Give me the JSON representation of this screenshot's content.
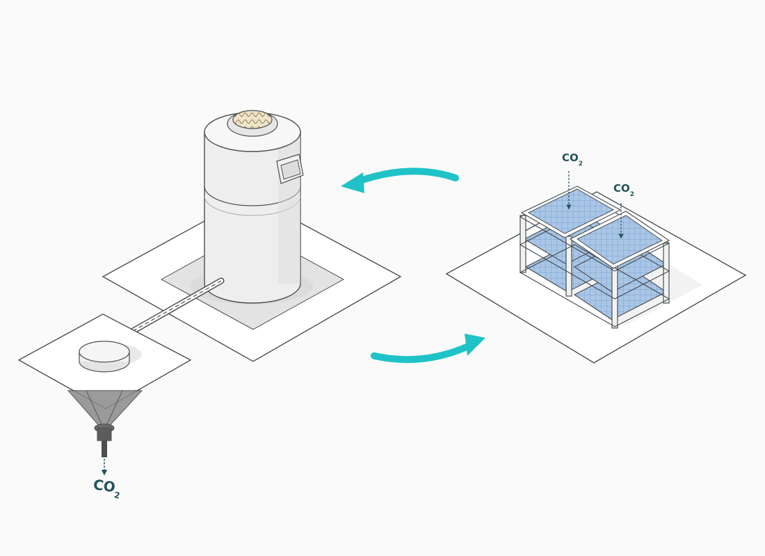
{
  "labels": {
    "co2_top_left": {
      "main": "CO",
      "sub": "2"
    },
    "co2_top_right": {
      "main": "CO",
      "sub": "2"
    },
    "co2_bottom": {
      "main": "CO",
      "sub": "2"
    }
  },
  "colors": {
    "accent_arrow": "#1fc3c7",
    "outline": "#4a4f52",
    "co2_text": "#23525c",
    "panel_blue": "#8fb3d9",
    "cylinder_body": "#eeeeee",
    "ground_shadow": "#dcdcdc"
  },
  "icons": {
    "cycle_arrow_top": "curved-arrow-left",
    "cycle_arrow_bottom": "curved-arrow-right"
  }
}
